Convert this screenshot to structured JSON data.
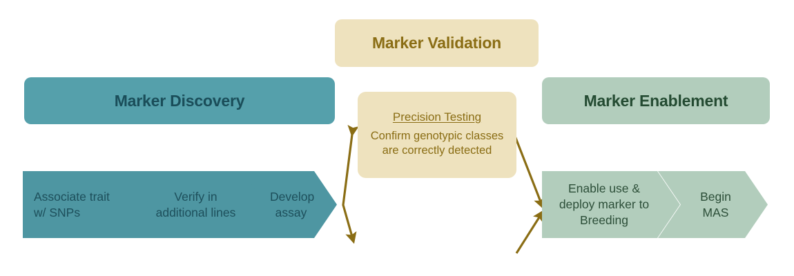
{
  "diagram": {
    "title_flow": "Marker pipeline phases",
    "background_color": "#ffffff",
    "accent_teal": "#4E96A2",
    "accent_sage": "#B2CDBC",
    "accent_cream": "#EEE2BE",
    "accent_gold": "#8A6D14"
  },
  "banners": {
    "validation": "Marker Validation",
    "discovery": "Marker Discovery",
    "enablement": "Marker Enablement"
  },
  "callout": {
    "title": "Precision Testing",
    "body": "Confirm genotypic classes are correctly detected"
  },
  "discovery_steps": [
    {
      "label": "Associate trait w/ SNPs"
    },
    {
      "label": "Verify in additional lines"
    },
    {
      "label": "Develop assay"
    }
  ],
  "enablement_steps": [
    {
      "label": "Enable use & deploy marker to Breeding"
    },
    {
      "label": "Begin MAS"
    }
  ],
  "connectors": [
    {
      "name": "discovery-to-validation",
      "style": "double-headed",
      "color": "#8A6D14"
    },
    {
      "name": "validation-to-enablement",
      "style": "single-headed",
      "color": "#8A6D14"
    },
    {
      "name": "lower-to-enablement",
      "style": "single-headed",
      "color": "#8A6D14"
    }
  ]
}
